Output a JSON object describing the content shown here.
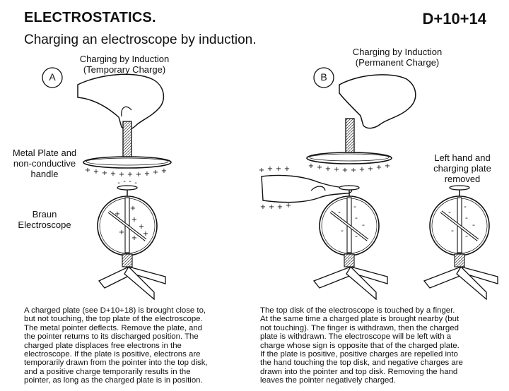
{
  "header": {
    "title": "ELECTROSTATICS.",
    "code": "D+10+14",
    "subtitle": "Charging an electroscope by induction."
  },
  "panel_a": {
    "letter": "A",
    "caption_line1": "Charging by Induction",
    "caption_line2": "(Temporary Charge)",
    "label_plate_1": "Metal Plate and",
    "label_plate_2": "non-conductive",
    "label_plate_3": "handle",
    "label_scope_1": "Braun",
    "label_scope_2": "Electroscope",
    "text": [
      "A charged plate (see D+10+18) is brought close to,",
      "but not touching, the top plate of the electroscope.",
      "The metal pointer deflects.  Remove the plate, and",
      "the pointer returns to its discharged position.  The",
      "charged plate displaces free electrons in the",
      "electroscope.  If the plate is positive, electrons are",
      "temporarily drawn from the pointer into the top disk,",
      "and a positive charge temporarily results in the",
      "pointer, as long as the  charged plate is in position."
    ]
  },
  "panel_b": {
    "letter": "B",
    "caption_line1": "Charging by Induction",
    "caption_line2": "(Permanent Charge)",
    "label_removed_1": "Left hand and",
    "label_removed_2": "charging plate",
    "label_removed_3": "removed",
    "text": [
      "The top disk of the electroscope is touched by a finger.",
      "At the same time a charged plate is brought nearby (but",
      "not touching). The finger is withdrawn, then the charged",
      "plate is withdrawn.  The electroscope will be left with a",
      "charge whose sign is opposite that of the charged plate.",
      "If the plate is positive, positive charges are repelled into",
      "the hand touching the top disk, and negative charges are",
      "drawn into the pointer and top disk. Removing the hand",
      "leaves the pointer negatively charged."
    ]
  },
  "symbols": {
    "plus": "+",
    "minus": "-"
  }
}
